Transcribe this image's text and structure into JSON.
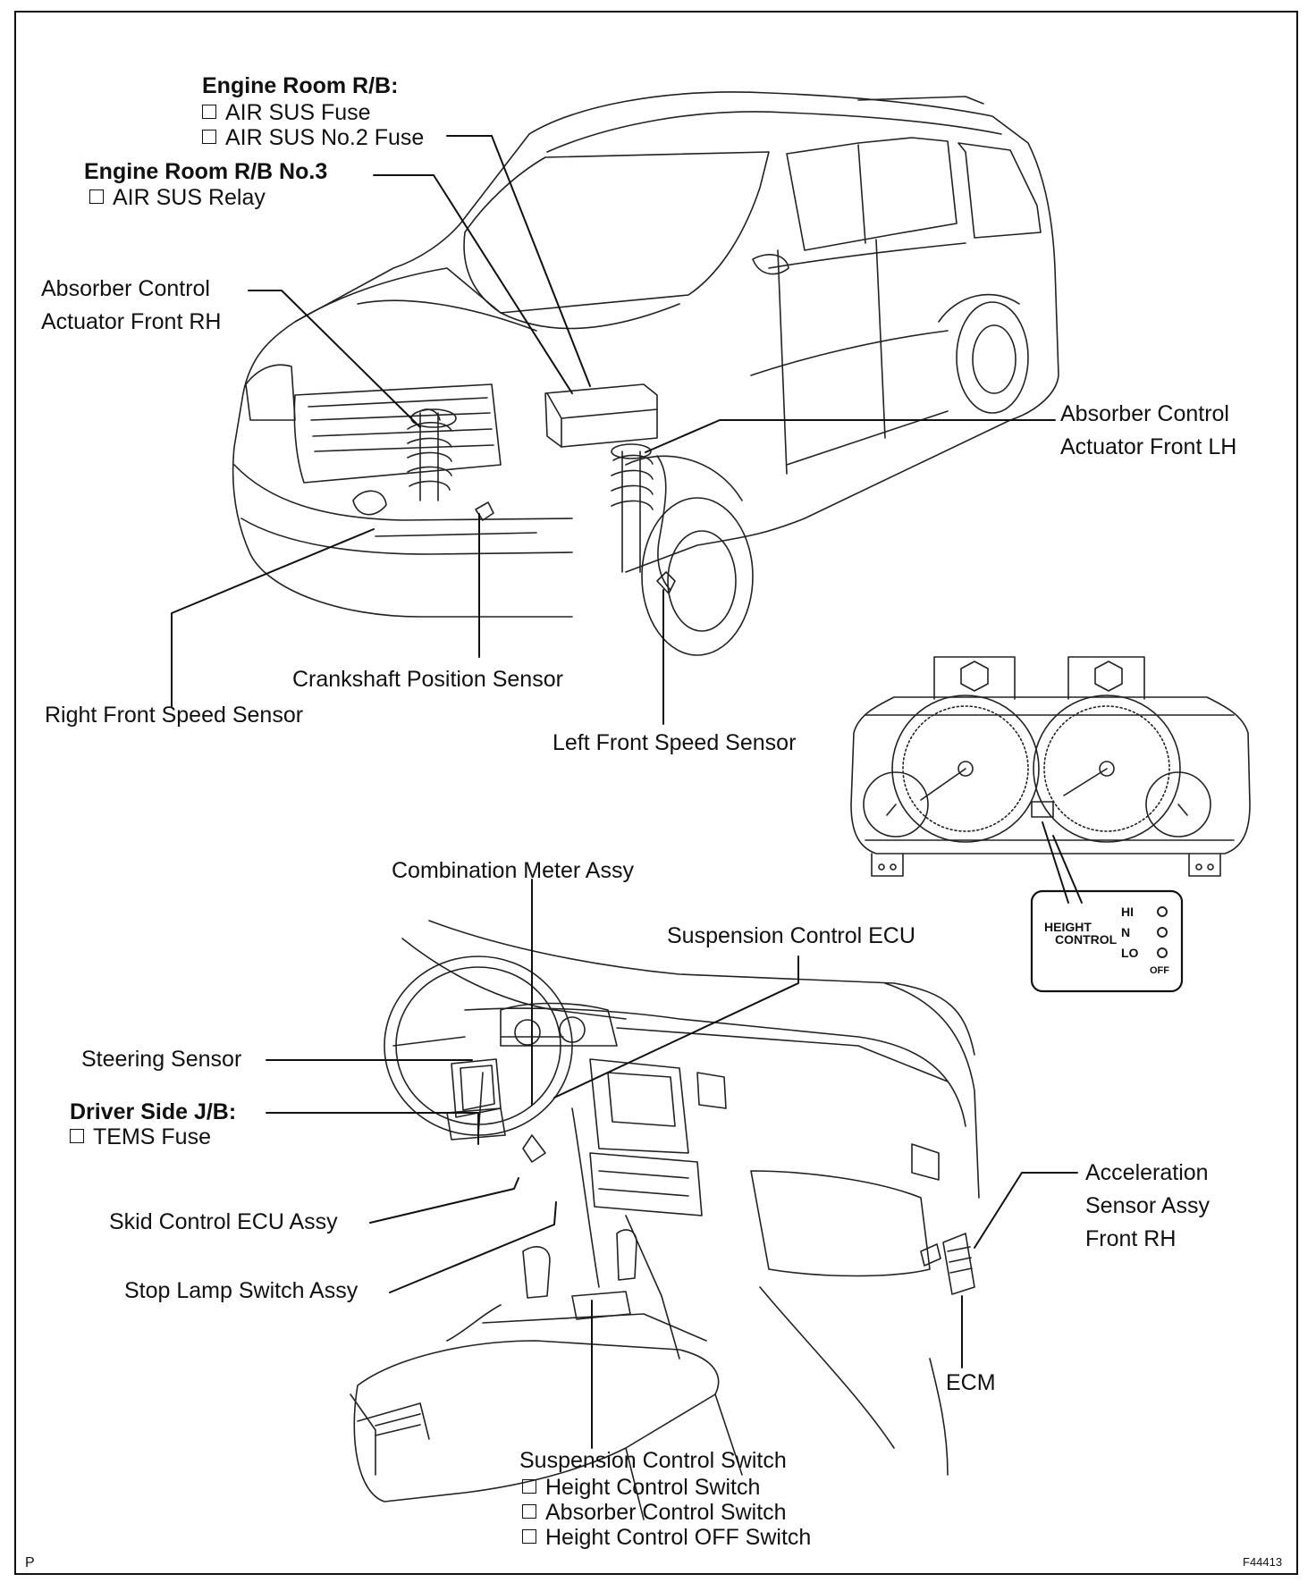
{
  "labels": {
    "engine_room_rb": {
      "title": "Engine Room R/B:",
      "items": [
        "AIR SUS Fuse",
        "AIR SUS No.2 Fuse"
      ]
    },
    "engine_room_rb3": {
      "title": "Engine Room R/B No.3",
      "items": [
        "AIR SUS Relay"
      ]
    },
    "absorber_front_rh": [
      "Absorber  Control",
      "Actuator Front RH"
    ],
    "absorber_front_lh": [
      "Absorber Control",
      "Actuator Front LH"
    ],
    "crankshaft_sensor": "Crankshaft Position Sensor",
    "right_front_speed": "Right Front Speed Sensor",
    "left_front_speed": "Left Front Speed Sensor",
    "combination_meter": "Combination Meter Assy",
    "suspension_ecu": "Suspension Control ECU",
    "steering_sensor": "Steering Sensor",
    "driver_jb": {
      "title": "Driver Side J/B:",
      "items": [
        "TEMS Fuse"
      ]
    },
    "skid_ecu": "Skid Control ECU Assy",
    "stop_lamp": "Stop Lamp Switch Assy",
    "acceleration_sensor": [
      "Acceleration",
      "Sensor Assy",
      "Front RH"
    ],
    "ecm": "ECM",
    "suspension_switch": {
      "title": "Suspension Control Switch",
      "items": [
        "Height Control Switch",
        "Absorber Control Switch",
        "Height Control OFF Switch"
      ]
    }
  },
  "indicator": {
    "title_line1": "HEIGHT",
    "title_line2": "CONTROL",
    "levels": [
      "HI",
      "N",
      "LO"
    ],
    "off_label": "OFF"
  },
  "corner": {
    "left": "P",
    "right": "F44413"
  }
}
